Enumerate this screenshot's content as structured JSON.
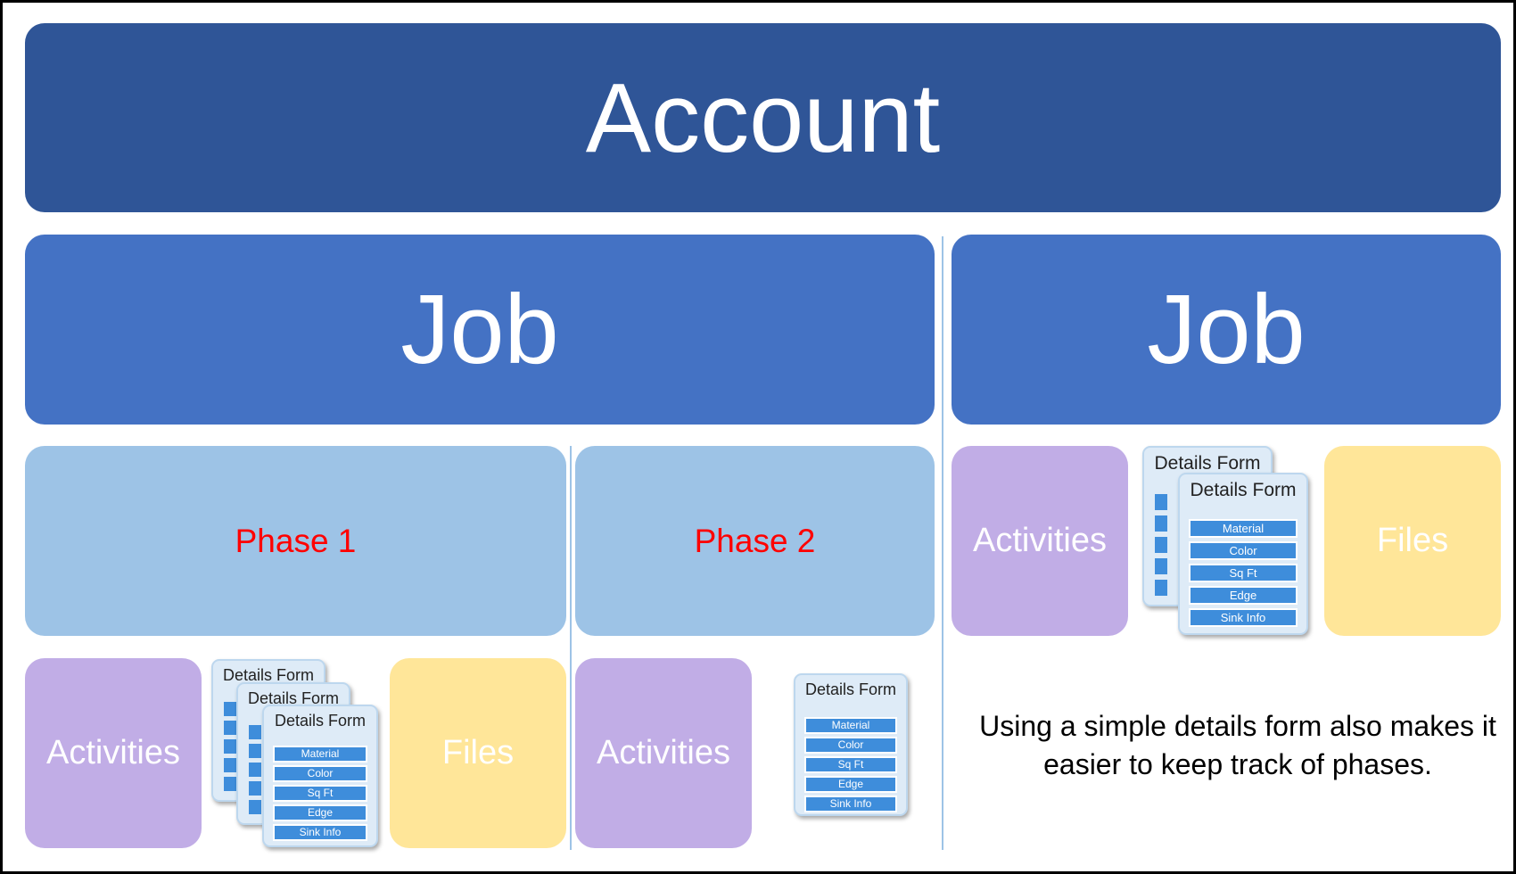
{
  "account": {
    "label": "Account"
  },
  "jobs": [
    {
      "label": "Job"
    },
    {
      "label": "Job"
    }
  ],
  "phases": [
    {
      "label": "Phase 1"
    },
    {
      "label": "Phase 2"
    }
  ],
  "activities_label": "Activities",
  "files_label": "Files",
  "details_form": {
    "title": "Details Form",
    "fields": [
      "Material",
      "Color",
      "Sq Ft",
      "Edge",
      "Sink Info"
    ]
  },
  "note": "Using a simple details form also makes it easier to keep track of phases.",
  "colors": {
    "account": "#2F5597",
    "job": "#4472C4",
    "phase": "#9DC3E6",
    "phase_text": "#FF0000",
    "activities": "#C1ADE6",
    "files": "#FFE699",
    "field": "#3E8DDB"
  }
}
